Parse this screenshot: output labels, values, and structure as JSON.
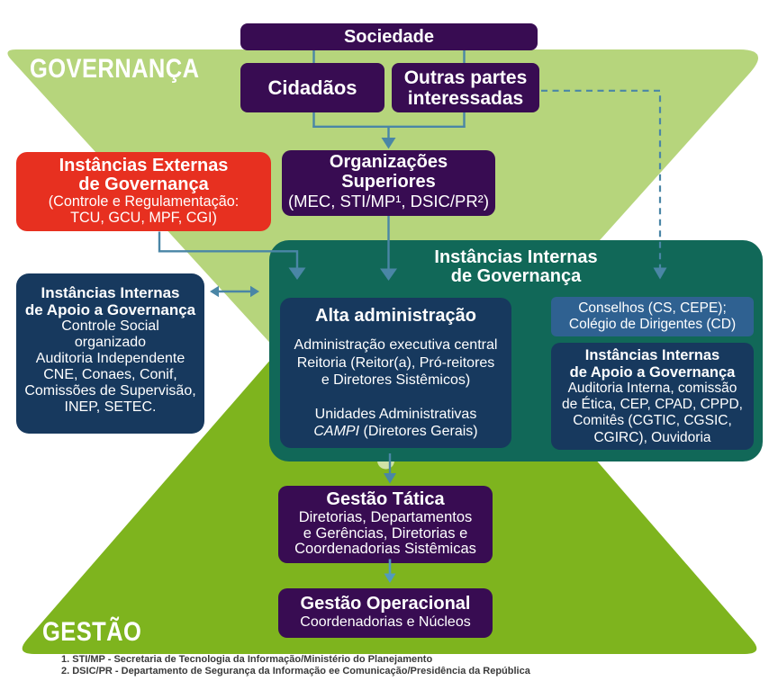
{
  "labels": {
    "governanca": "GOVERNANÇA",
    "gestao": "GESTÃO"
  },
  "boxes": {
    "sociedade": {
      "text": "Sociedade"
    },
    "cidadaos": {
      "text": "Cidadãos"
    },
    "outras": {
      "lines": [
        "Outras partes",
        "interessadas"
      ]
    },
    "externas": {
      "title_lines": [
        "Instâncias Externas",
        "de Governança"
      ],
      "body_lines": [
        "(Controle e Regulamentação:",
        "TCU, GCU, MPF, CGI)"
      ]
    },
    "organizacoes": {
      "title_lines": [
        "Organizações",
        "Superiores"
      ],
      "subtitle": "(MEC, STI/MP¹, DSIC/PR²)"
    },
    "internas": {
      "title_lines": [
        "Instâncias Internas",
        "de Governança"
      ]
    },
    "alta": {
      "title": "Alta administração",
      "body1_lines": [
        "Administração executiva central",
        "Reitoria (Reitor(a), Pró-reitores",
        "e Diretores Sistêmicos)"
      ],
      "body2_line1": "Unidades Administrativas",
      "campi_italic": "CAMPI",
      "campi_rest": " (Diretores Gerais)"
    },
    "conselhos": {
      "lines": [
        "Conselhos (CS, CEPE);",
        "Colégio de Dirigentes (CD)"
      ]
    },
    "apoio_interno": {
      "title_lines": [
        "Instâncias Internas",
        "de Apoio a Governança"
      ],
      "body_lines": [
        "Auditoria Interna, comissão",
        "de Ética, CEP, CPAD, CPPD,",
        "Comitês (CGTIC, CGSIC,",
        "CGIRC), Ouvidoria"
      ]
    },
    "apoio_externo": {
      "title_lines": [
        "Instâncias Internas",
        "de Apoio a Governança"
      ],
      "body_lines": [
        "Controle Social",
        "organizado",
        "Auditoria Independente",
        "CNE, Conaes, Conif,",
        "Comissões de Supervisão,",
        "INEP, SETEC."
      ]
    },
    "tatica": {
      "title": "Gestão Tática",
      "body_lines": [
        "Diretorias, Departamentos",
        "e Gerências, Diretorias e",
        "Coordenadorias Sistêmicas"
      ]
    },
    "operacional": {
      "title": "Gestão Operacional",
      "body": "Coordenadorias e Núcleos"
    }
  },
  "footnotes": [
    "1. STI/MP - Secretaria de Tecnologia da Informação/Ministério do Planejamento",
    "2. DSIC/PR - Departamento de Segurança da Informação ee Comunicação/Presidência da República"
  ],
  "colors": {
    "light_green": "#B6D57C",
    "dark_green": "#7EB41E",
    "teal": "#116858",
    "navy": "#17395E",
    "blue": "#2F6191",
    "purple": "#380C52",
    "red": "#E73020",
    "arrow": "#4A86A6"
  }
}
